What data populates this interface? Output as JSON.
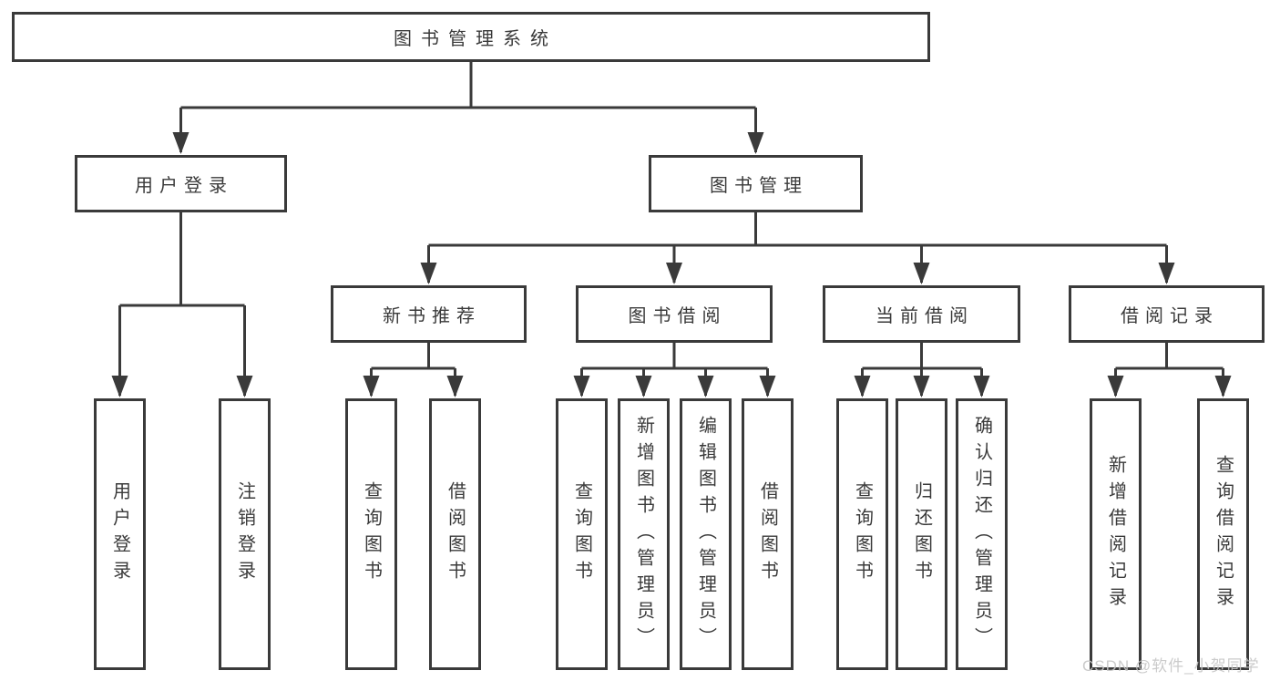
{
  "diagram": {
    "root": "图书管理系统",
    "level2": [
      "用户登录",
      "图书管理"
    ],
    "level3": [
      "新书推荐",
      "图书借阅",
      "当前借阅",
      "借阅记录"
    ],
    "leaves": {
      "user_login": [
        "用户登录",
        "注销登录"
      ],
      "new_books": [
        "查询图书",
        "借阅图书"
      ],
      "book_borrow": [
        "查询图书",
        "新增图书（管理员）",
        "编辑图书（管理员）",
        "借阅图书"
      ],
      "current_borrow": [
        "查询图书",
        "归还图书",
        "确认归还（管理员）"
      ],
      "borrow_records": [
        "新增借阅记录",
        "查询借阅记录"
      ]
    }
  },
  "watermark": "CSDN @软件_小贺同学",
  "colors": {
    "line": "#3a3a3a",
    "text": "#3a3a3a",
    "box_background": "#ffffff",
    "watermark": "#c6c6c6",
    "background": "#ffffff"
  }
}
